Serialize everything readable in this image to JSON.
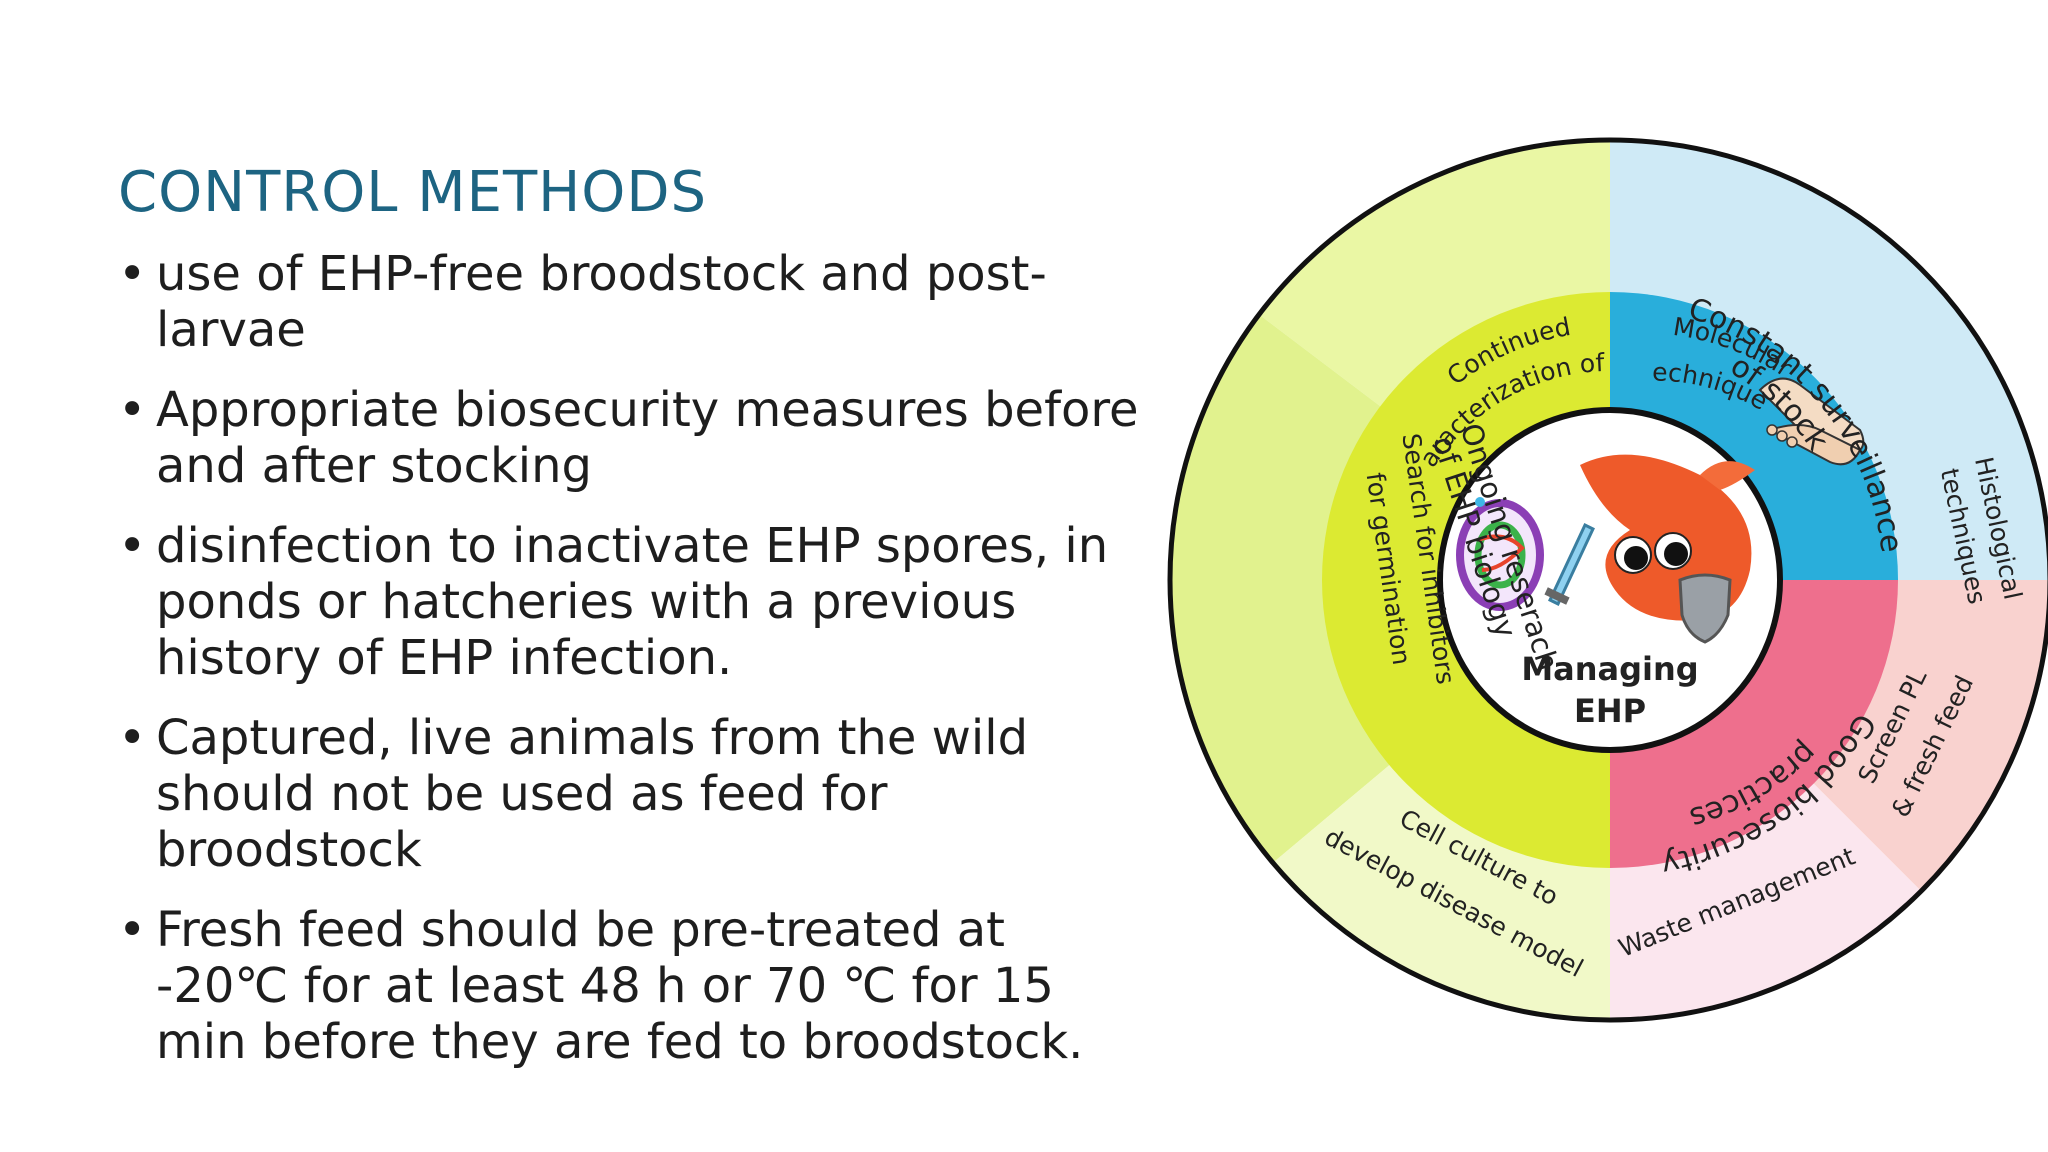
{
  "slide": {
    "title": "CONTROL METHODS",
    "bullets": [
      "use of EHP-free broodstock and post-larvae",
      "Appropriate biosecurity measures before and after stocking",
      "disinfection to inactivate EHP spores, in ponds or hatcheries with a previous history of EHP infection.",
      "Captured, live animals from the wild should not be used as feed for broodstock",
      "Fresh feed should be pre-treated at -20℃ for at least 48 h or 70 ℃ for 15 min before they are fed to broodstock."
    ]
  },
  "diagram": {
    "center_label": [
      "Managing",
      "EHP"
    ],
    "inner": {
      "left": [
        "Ongoing reserach",
        "of EHP biology"
      ],
      "top_right": [
        "Constant surveillance",
        "of stock"
      ],
      "bottom_right": [
        "Good biosecurity",
        "practices"
      ]
    },
    "outer": {
      "continued": [
        "Continued",
        "characterization of EHP"
      ],
      "inhibitors": [
        "Search for inhibitors",
        "for germination"
      ],
      "cell_culture": [
        "Cell culture to",
        "develop disease model"
      ],
      "molecular": [
        "Molecular",
        "techniques"
      ],
      "histological": [
        "Histological",
        "techniques"
      ],
      "screen": [
        "Screen PL",
        "& fresh feed"
      ],
      "waste": [
        "Waste management"
      ]
    },
    "colors": {
      "outline": "#111111",
      "left_outer_a": "#eaf7a4",
      "left_outer_b": "#e1f28e",
      "left_outer_c": "#f1f9c8",
      "left_inner": "#dcea32",
      "tr_outer": "#cfeaf6",
      "tr_inner": "#29aedb",
      "br_outer_a": "#f9d2cf",
      "br_outer_b": "#fbe6ee",
      "br_inner": "#ee6f8d",
      "shrimp": "#ee5a2a",
      "spore": "#8b3fb5"
    },
    "icons": [
      "handshake-icon",
      "shrimp-mascot-icon",
      "spore-icon",
      "sword-icon",
      "shield-icon"
    ]
  }
}
